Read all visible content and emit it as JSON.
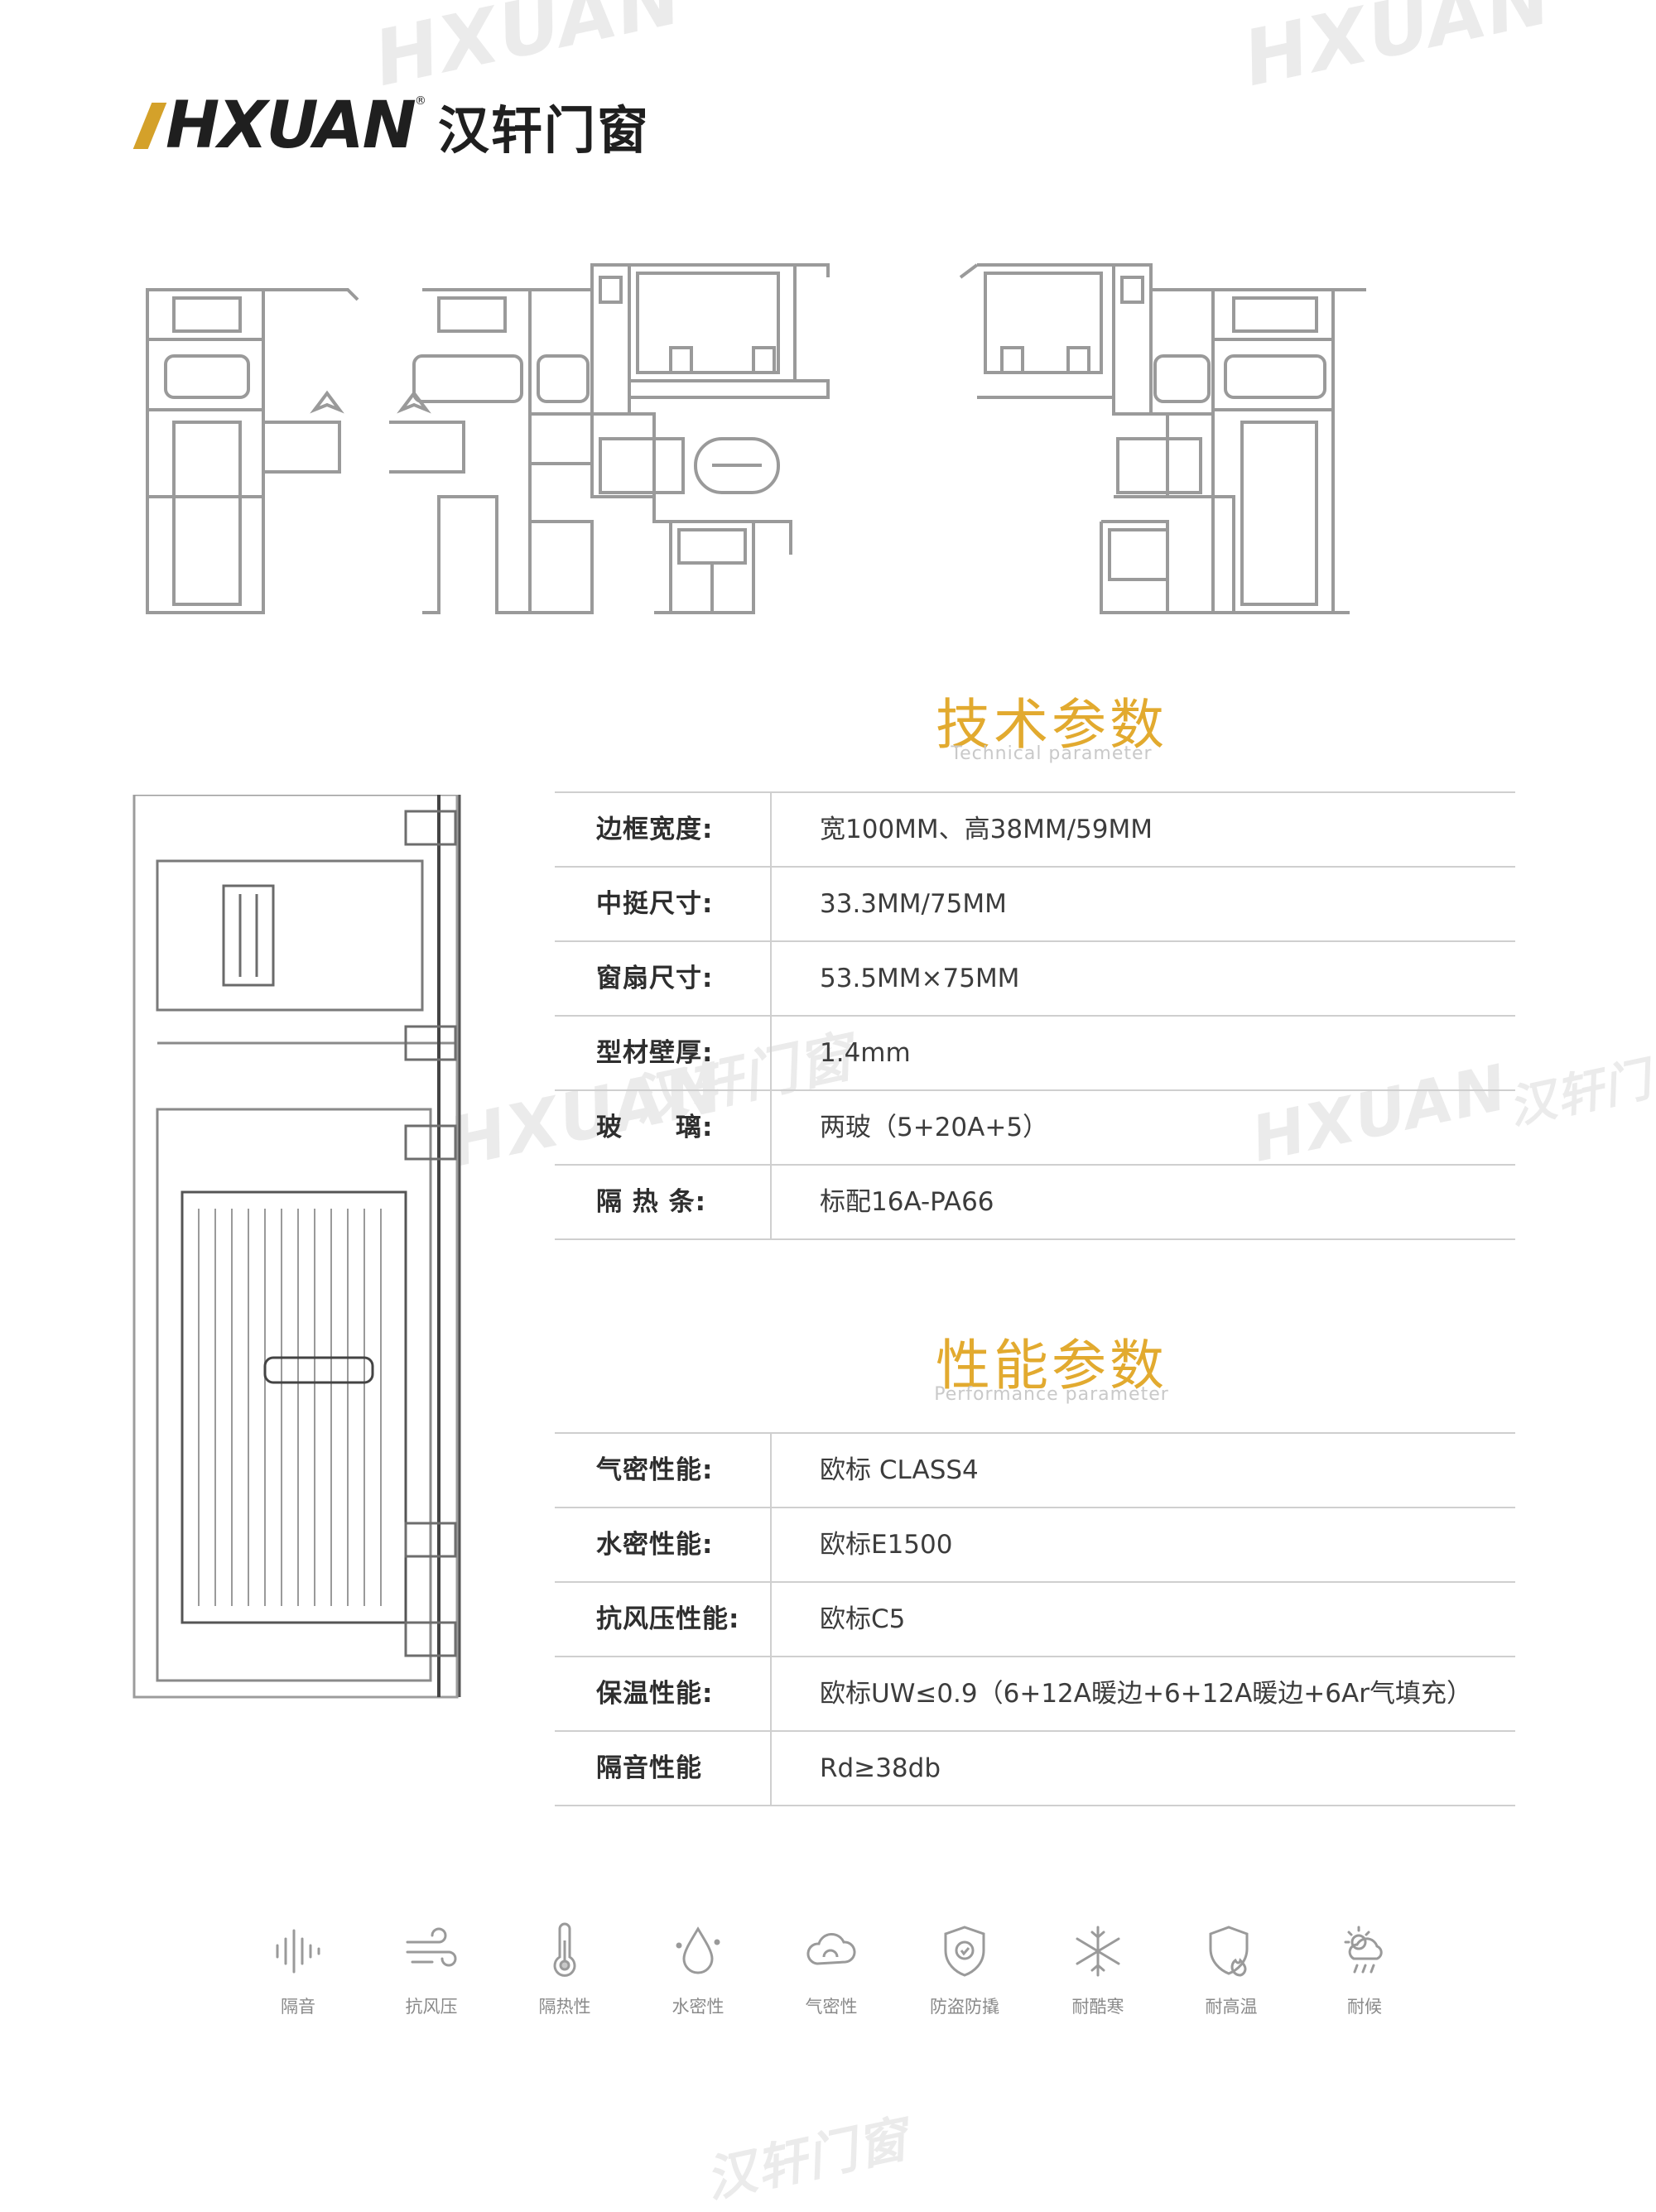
{
  "brand": {
    "latin": "HXUAN",
    "chinese": "汉轩门窗",
    "registered": "®",
    "watermark_latin": "HXUAN",
    "watermark_cn": "汉轩门窗"
  },
  "technical": {
    "title": "技术参数",
    "subtitle": "Technical parameter",
    "rows": [
      {
        "label": "边框宽度:",
        "value": "宽100MM、高38MM/59MM"
      },
      {
        "label": "中挺尺寸:",
        "value": "33.3MM/75MM"
      },
      {
        "label": "窗扇尺寸:",
        "value": "53.5MM×75MM"
      },
      {
        "label": "型材壁厚:",
        "value": "1.4mm"
      },
      {
        "label": "玻　　璃:",
        "value": "两玻（5+20A+5）"
      },
      {
        "label": "隔 热 条:",
        "value": "标配16A-PA66"
      }
    ]
  },
  "performance": {
    "title": "性能参数",
    "subtitle": "Performance parameter",
    "rows": [
      {
        "label": "气密性能:",
        "value": "欧标 CLASS4"
      },
      {
        "label": "水密性能:",
        "value": "欧标E1500"
      },
      {
        "label": "抗风压性能:",
        "value": "欧标C5"
      },
      {
        "label": "保温性能:",
        "value": "欧标UW≤0.9（6+12A暖边+6+12A暖边+6Ar气填充）"
      },
      {
        "label": "隔音性能",
        "value": "Rd≥38db"
      }
    ]
  },
  "features": [
    {
      "icon": "sound-icon",
      "label": "隔音"
    },
    {
      "icon": "wind-icon",
      "label": "抗风压"
    },
    {
      "icon": "thermometer-icon",
      "label": "隔热性"
    },
    {
      "icon": "water-drop-icon",
      "label": "水密性"
    },
    {
      "icon": "cloud-icon",
      "label": "气密性"
    },
    {
      "icon": "shield-icon",
      "label": "防盗防撬"
    },
    {
      "icon": "snowflake-icon",
      "label": "耐酷寒"
    },
    {
      "icon": "fire-shield-icon",
      "label": "耐高温"
    },
    {
      "icon": "weather-icon",
      "label": "耐候"
    }
  ],
  "colors": {
    "accent": "#e2aa2f",
    "text": "#3a3a3a",
    "line": "#cfcfcf",
    "drawing": "#9a9a9a"
  }
}
